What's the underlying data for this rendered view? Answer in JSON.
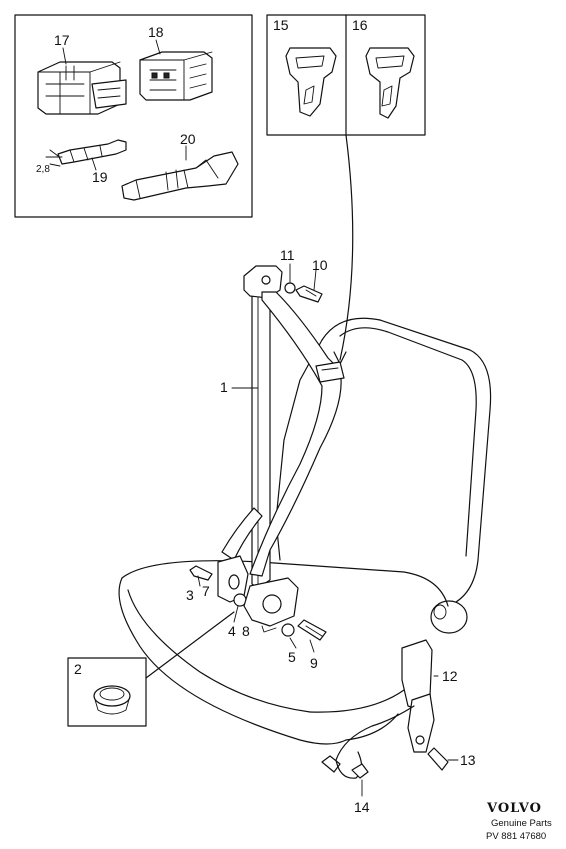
{
  "callouts": {
    "c1": "1",
    "c2": "2",
    "c3": "3",
    "c4": "4",
    "c5": "5",
    "c7": "7",
    "c8": "8",
    "c9": "9",
    "c10": "10",
    "c11": "11",
    "c12": "12",
    "c13": "13",
    "c14": "14",
    "c15": "15",
    "c16": "16",
    "c17": "17",
    "c18": "18",
    "c19": "19",
    "c20": "20",
    "dim": "2,8"
  },
  "brand": {
    "logo": "VOLVO",
    "tagline": "Genuine Parts",
    "code": "PV 881 47680"
  }
}
